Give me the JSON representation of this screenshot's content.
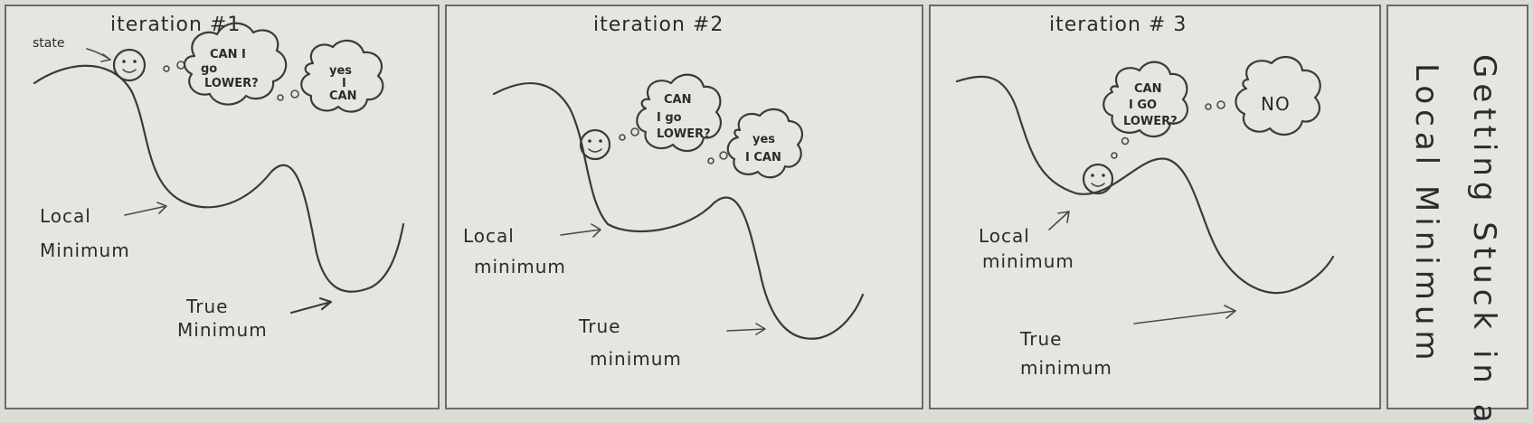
{
  "panels": [
    {
      "title": "iteration #1",
      "state_label": "state",
      "question": [
        "CAN I",
        "go",
        "LOWER?"
      ],
      "answer": [
        "yes",
        "I",
        "CAN"
      ],
      "local_label": [
        "Local",
        "Minimum"
      ],
      "true_label": [
        "True",
        "Minimum"
      ]
    },
    {
      "title": "iteration #2",
      "question": [
        "CAN",
        "I go",
        "LOWER?"
      ],
      "answer": [
        "yes",
        "I CAN"
      ],
      "local_label": [
        "Local",
        "minimum"
      ],
      "true_label": [
        "True",
        "minimum"
      ]
    },
    {
      "title": "iteration # 3",
      "question": [
        "CAN",
        "I GO",
        "LOWER?"
      ],
      "answer": [
        "NO"
      ],
      "local_label": [
        "Local",
        "minimum"
      ],
      "true_label": [
        "True",
        "minimum"
      ]
    }
  ],
  "side_title": {
    "line1": "Getting Stuck in a",
    "line2": "Local Minimum"
  }
}
